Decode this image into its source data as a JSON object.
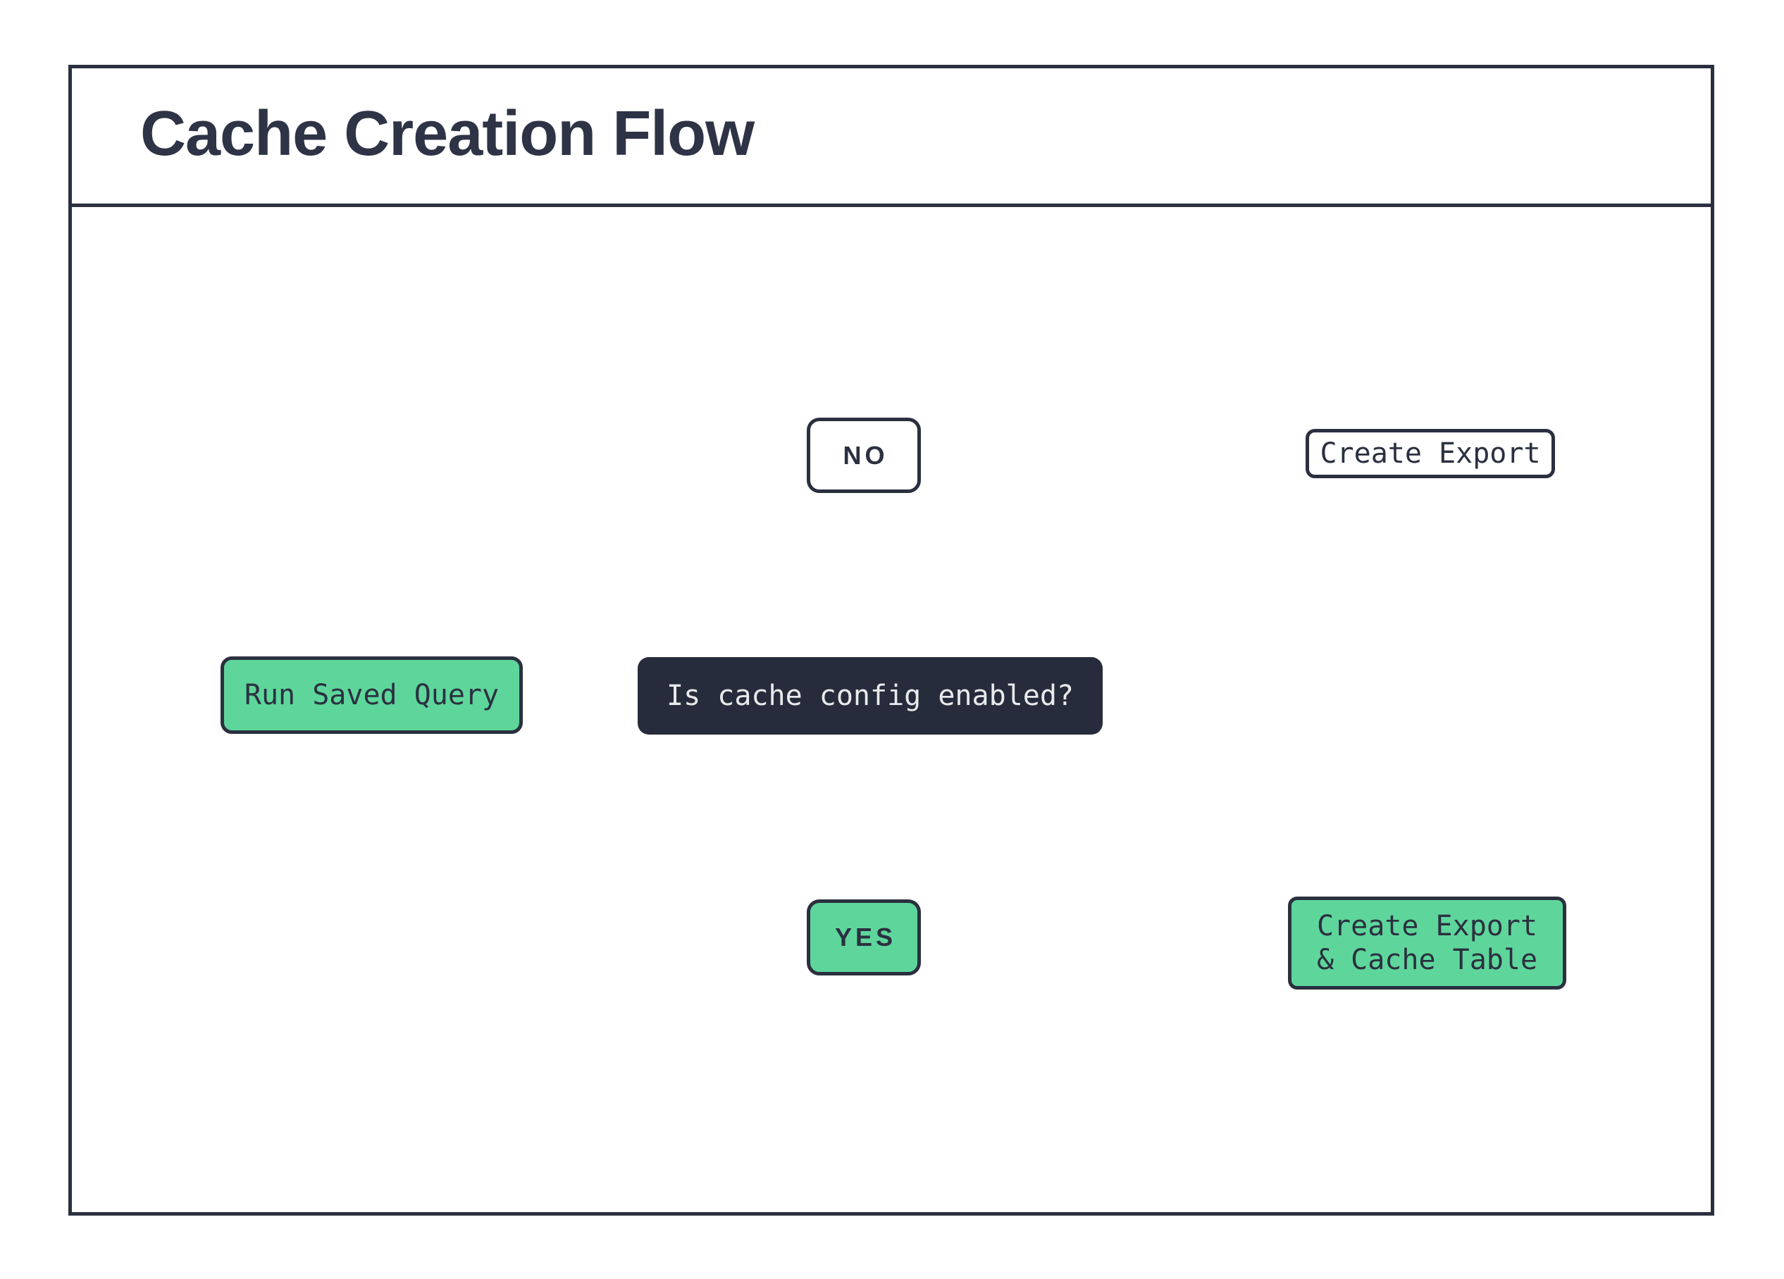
{
  "title": "Cache Creation Flow",
  "palette": {
    "accent_green": "#5ed69b",
    "dark_navy": "#2b3040",
    "decision_fill": "#272c3c",
    "connector_line": "#131313",
    "light_text": "#e9eaec"
  },
  "nodes": {
    "start": {
      "label": "Run Saved Query"
    },
    "decision": {
      "label": "Is cache config enabled?"
    },
    "branch_no": {
      "label": "NO"
    },
    "branch_yes": {
      "label": "YES"
    },
    "db_export": {
      "label": "Create Export"
    },
    "db_export_cache": {
      "line1": "Create Export",
      "line2": "& Cache Table"
    }
  }
}
